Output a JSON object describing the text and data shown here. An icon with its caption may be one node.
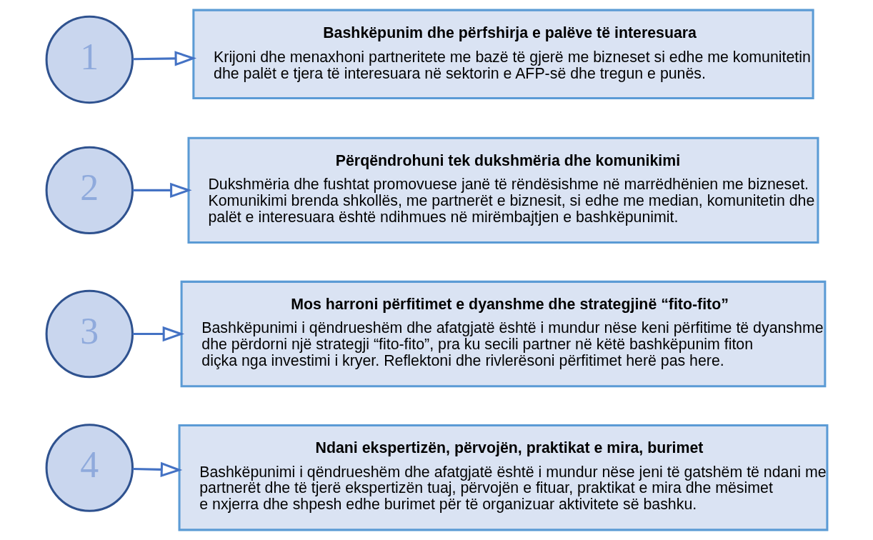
{
  "diagram": {
    "nodes": [
      {
        "text": [
          "1"
        ]
      },
      {
        "text": [
          "Bashkëpunim dhe përfshirja e palëve të interesuara",
          "Krijoni dhe menaxhoni partneritete me bazë të gjerë me bizneset si edhe me komunitetin dhe palët e tjera të interesuara në sektorin e AFP-së dhe tregun e punës."
        ]
      },
      {
        "text": [
          "2"
        ]
      },
      {
        "text": [
          "Përqëndrohuni tek dukshmëria dhe komunikimi",
          "Dukshmëria dhe fushtat promovuese janë të rëndësishme në marrëdhënien me bizneset. Komunikimi brenda shkollës, me partnerët e biznesit, si edhe me median, komunitetin dhe palët e interesuara është ndihmues në mirëmbajtjen e bashkëpunimit."
        ]
      },
      {
        "text": [
          "3"
        ]
      },
      {
        "text": [
          "Mos harroni përfitimet e dyanshme dhe strategjinë “fito-fito”",
          "Bashkëpunimi i qëndrueshëm dhe afatgjatë është i mundur nëse keni përfitime të dyanshme dhe përdorni një strategji “fito-fito”, pra ku secili partner në këtë bashkëpunim fiton diçka nga investimi i kryer. Reflektoni dhe rivlerësoni përfitimet herë pas here."
        ]
      },
      {
        "text": [
          "4"
        ]
      },
      {
        "text": [
          "Ndani ekspertizën, përvojën, praktikat e mira, burimet",
          "Bashkëpunimi i qëndrueshëm dhe afatgjatë është i mundur nëse jeni të gatshëm të ndani me partnerët dhe të tjerë ekspertizën tuaj, përvojën e fituar, praktikat e mira dhe mësimet e nxjerra dhe shpesh edhe burimet për të organizuar aktivitete së bashku."
        ]
      }
    ],
    "edges": [
      {
        "from": 0,
        "to": 1,
        "arrow": "to"
      },
      {
        "from": 2,
        "to": 3,
        "arrow": "to"
      },
      {
        "from": 4,
        "to": 5,
        "arrow": "to"
      },
      {
        "from": 6,
        "to": 7,
        "arrow": "to"
      }
    ]
  }
}
